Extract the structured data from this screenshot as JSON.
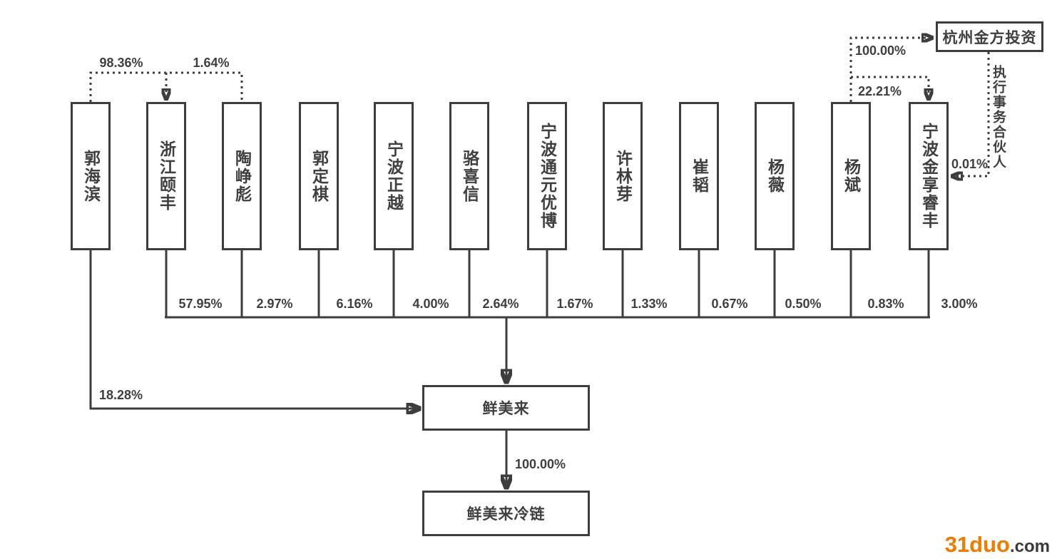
{
  "entities": {
    "company": "鲜美来",
    "subsidiary": "鲜美来冷链",
    "gp_entity": "杭州金方投资"
  },
  "shareholders": [
    {
      "name": "郭海滨",
      "stake": "18.28%"
    },
    {
      "name": "浙江颐丰",
      "stake": "57.95%"
    },
    {
      "name": "陶峥彪",
      "stake": "2.97%"
    },
    {
      "name": "郭定棋",
      "stake": "6.16%"
    },
    {
      "name": "宁波正越",
      "stake": "4.00%"
    },
    {
      "name": "骆喜信",
      "stake": "2.64%"
    },
    {
      "name": "宁波通元优博",
      "stake": "1.67%"
    },
    {
      "name": "许林芽",
      "stake": "1.33%"
    },
    {
      "name": "崔韬",
      "stake": "0.67%"
    },
    {
      "name": "杨薇",
      "stake": "0.50%"
    },
    {
      "name": "杨斌",
      "stake": "0.83%"
    },
    {
      "name": "宁波金享睿丰",
      "stake": "3.00%"
    }
  ],
  "links": {
    "guo_haibin_to_zhejiang_yifeng": "98.36%",
    "tao_zhengbiao_to_zhejiang_yifeng": "1.64%",
    "yang_bin_to_hangzhou_jinfang": "100.00%",
    "yang_bin_to_ningbo_jinxiang": "22.21%",
    "hangzhou_jinfang_to_ningbo_jinxiang": "0.01%",
    "gp_role": "执行事务合伙人",
    "company_to_subsidiary": "100.00%"
  },
  "colors": {
    "line": "#3d3d3d",
    "watermark_brand": "#ef7c00",
    "watermark_suffix": "#3a3a3a"
  },
  "watermark": {
    "brand": "31duo",
    "suffix": ".com"
  }
}
